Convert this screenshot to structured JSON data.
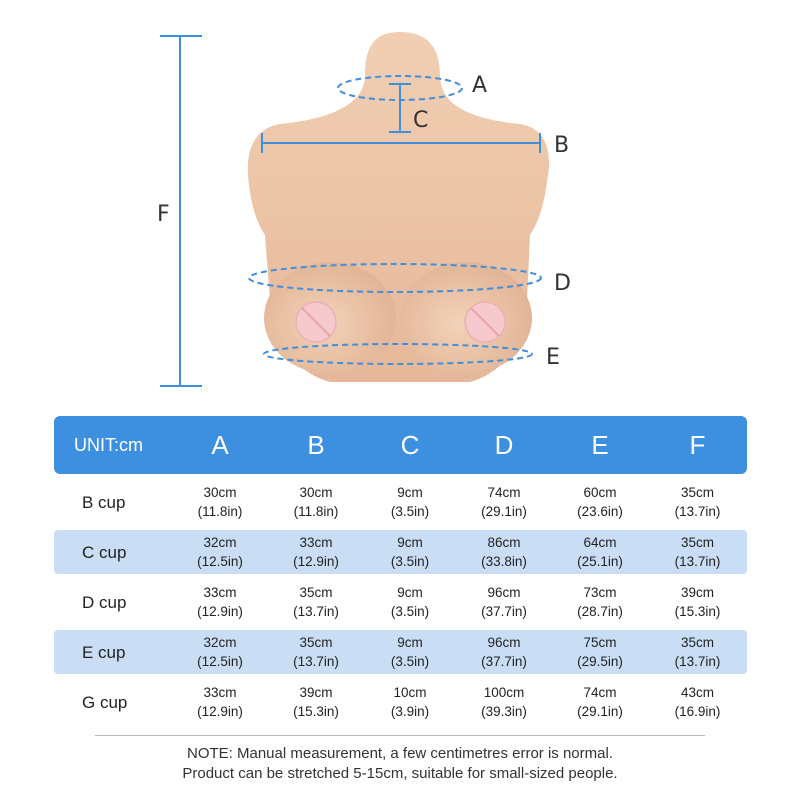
{
  "diagram": {
    "labels": {
      "a": "A",
      "b": "B",
      "c": "C",
      "d": "D",
      "e": "E",
      "f": "F"
    },
    "colors": {
      "line": "#3f8fde",
      "skin": "#ecc6a6",
      "skin_shade": "#d8a98a"
    }
  },
  "table": {
    "unit_label": "UNIT:cm",
    "columns": [
      "A",
      "B",
      "C",
      "D",
      "E",
      "F"
    ],
    "rows": [
      {
        "cup": "B  cup",
        "cells": [
          {
            "cm": "30cm",
            "in": "(11.8in)"
          },
          {
            "cm": "30cm",
            "in": "(11.8in)"
          },
          {
            "cm": "9cm",
            "in": "(3.5in)"
          },
          {
            "cm": "74cm",
            "in": "(29.1in)"
          },
          {
            "cm": "60cm",
            "in": "(23.6in)"
          },
          {
            "cm": "35cm",
            "in": "(13.7in)"
          }
        ]
      },
      {
        "cup": "C  cup",
        "cells": [
          {
            "cm": "32cm",
            "in": "(12.5in)"
          },
          {
            "cm": "33cm",
            "in": "(12.9in)"
          },
          {
            "cm": "9cm",
            "in": "(3.5in)"
          },
          {
            "cm": "86cm",
            "in": "(33.8in)"
          },
          {
            "cm": "64cm",
            "in": "(25.1in)"
          },
          {
            "cm": "35cm",
            "in": "(13.7in)"
          }
        ]
      },
      {
        "cup": "D  cup",
        "cells": [
          {
            "cm": "33cm",
            "in": "(12.9in)"
          },
          {
            "cm": "35cm",
            "in": "(13.7in)"
          },
          {
            "cm": "9cm",
            "in": "(3.5in)"
          },
          {
            "cm": "96cm",
            "in": "(37.7in)"
          },
          {
            "cm": "73cm",
            "in": "(28.7in)"
          },
          {
            "cm": "39cm",
            "in": "(15.3in)"
          }
        ]
      },
      {
        "cup": "E  cup",
        "cells": [
          {
            "cm": "32cm",
            "in": "(12.5in)"
          },
          {
            "cm": "35cm",
            "in": "(13.7in)"
          },
          {
            "cm": "9cm",
            "in": "(3.5in)"
          },
          {
            "cm": "96cm",
            "in": "(37.7in)"
          },
          {
            "cm": "75cm",
            "in": "(29.5in)"
          },
          {
            "cm": "35cm",
            "in": "(13.7in)"
          }
        ]
      },
      {
        "cup": "G  cup",
        "cells": [
          {
            "cm": "33cm",
            "in": "(12.9in)"
          },
          {
            "cm": "39cm",
            "in": "(15.3in)"
          },
          {
            "cm": "10cm",
            "in": "(3.9in)"
          },
          {
            "cm": "100cm",
            "in": "(39.3in)"
          },
          {
            "cm": "74cm",
            "in": "(29.1in)"
          },
          {
            "cm": "43cm",
            "in": "(16.9in)"
          }
        ]
      }
    ],
    "colors": {
      "header_bg": "#3d8fe0",
      "shade_bg": "#c9def5"
    }
  },
  "note": {
    "line1": "NOTE: Manual measurement, a few centimetres error is normal.",
    "line2": "Product can be stretched 5-15cm, suitable for small-sized people."
  }
}
